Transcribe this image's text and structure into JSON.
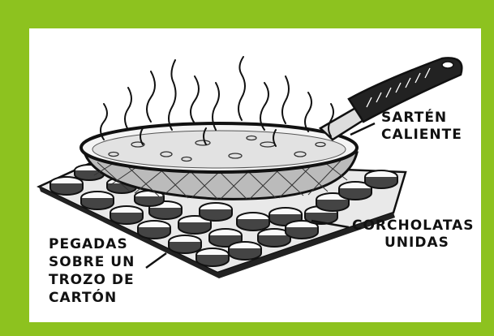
{
  "labels": {
    "pan": [
      "SARTÉN",
      "CALIENTE"
    ],
    "caps": [
      "CORCHOLATAS",
      "UNIDAS"
    ],
    "base": [
      "PEGADAS",
      "SOBRE UN",
      "TROZO DE",
      "CARTÓN"
    ]
  },
  "colors": {
    "border": "#8dc21f",
    "ink": "#111111",
    "panel": "#ffffff"
  }
}
